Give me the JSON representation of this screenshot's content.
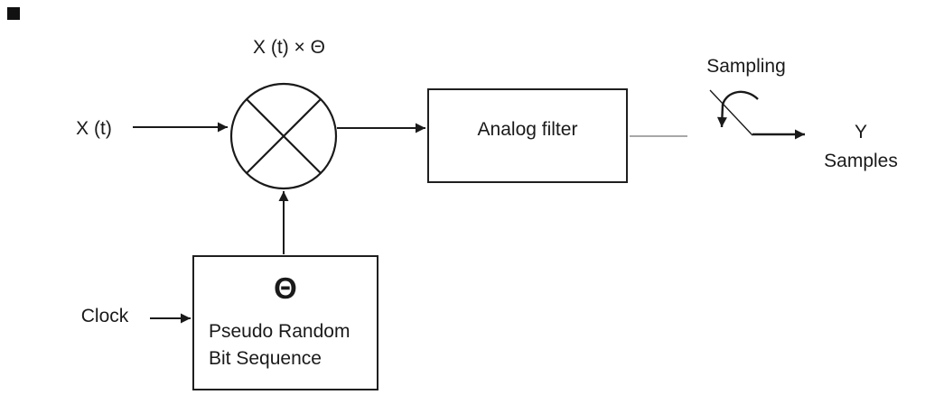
{
  "page": {
    "background": "#ffffff"
  },
  "diagram": {
    "mixer_output_label": "X (t) × Θ",
    "input_label": "X (t)",
    "analog_filter_label": "Analog filter",
    "sampling_label": "Sampling",
    "output_label_line1": "Y",
    "output_label_line2": "Samples",
    "prbs_theta_symbol": "Θ",
    "prbs_label_line1": "Pseudo Random",
    "prbs_label_line2": "Bit Sequence",
    "clock_label": "Clock",
    "colors": {
      "ink": "#1a1a1a",
      "box_border": "#1f1f1f",
      "thin_connector": "#8c8c8c",
      "background": "#ffffff"
    },
    "icons": {
      "multiplier": "circle-with-diagonal-cross",
      "sampling_switch": "open-switch-blade-with-curved-arrow"
    }
  }
}
